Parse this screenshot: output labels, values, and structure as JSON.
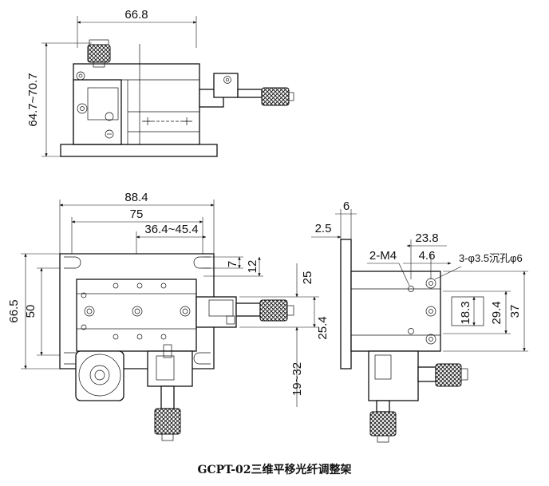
{
  "caption": "GCPT-02三维平移光纤调整架",
  "dimensions": {
    "top_width": "66.8",
    "top_height": "64.7~70.7",
    "front_total_width": "88.4",
    "front_inner_width": "75",
    "front_travel": "36.4~45.4",
    "front_height_total": "66.5",
    "front_height_inner": "50",
    "slot_7": "7",
    "slot_12": "12",
    "offset_25": "25",
    "offset_25_4": "25.4",
    "travel_19_32": "19~32",
    "side_plate": "6",
    "side_offset": "2.5",
    "thread": "2-M4",
    "hole_spacing": "23.8",
    "hole_offset": "4.6",
    "counterbore": "3-φ3.5沉孔φ6",
    "height_18_3": "18.3",
    "height_29_4": "29.4",
    "height_37": "37"
  }
}
